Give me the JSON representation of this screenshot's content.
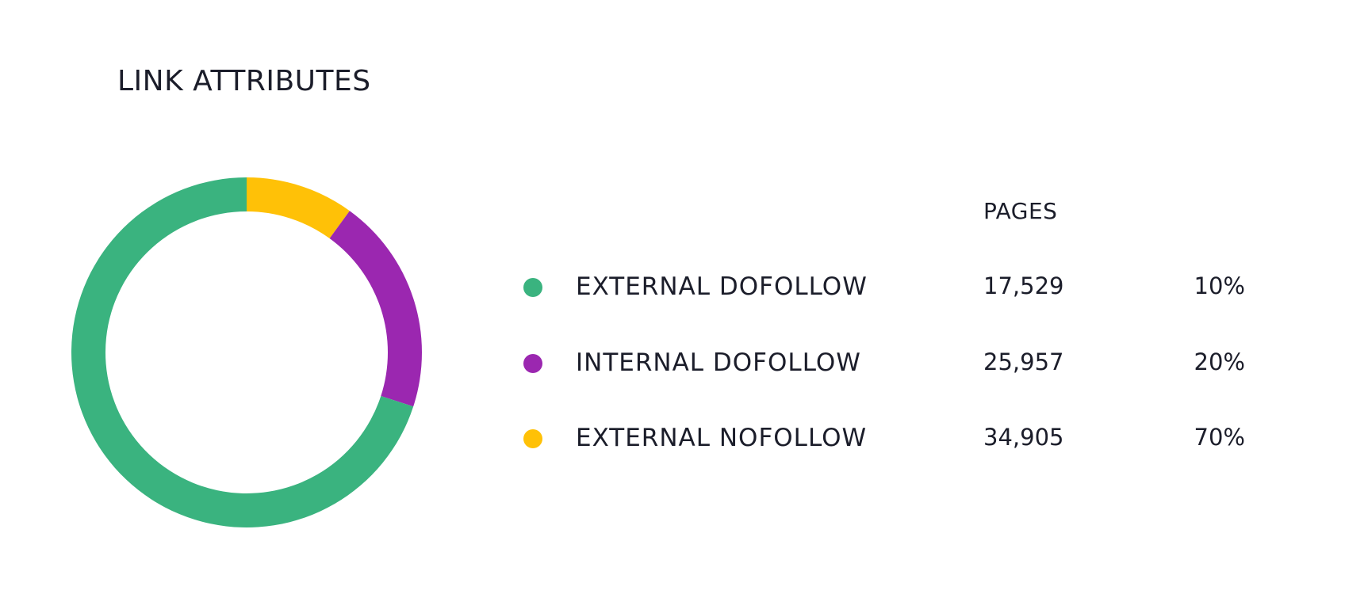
{
  "chart_data": {
    "type": "pie",
    "title": "LINK ATTRIBUTES",
    "columns": {
      "pages_header": "PAGES"
    },
    "series": [
      {
        "name": "EXTERNAL DOFOLLOW",
        "pages": "17,529",
        "percent_label": "10%",
        "color": "#3ab37f"
      },
      {
        "name": "INTERNAL DOFOLLOW",
        "pages": "25,957",
        "percent_label": "20%",
        "color": "#9b27b0"
      },
      {
        "name": "EXTERNAL NOFOLLOW",
        "pages": "34,905",
        "percent_label": "70%",
        "color": "#ffc107"
      }
    ],
    "donut_segments": [
      {
        "series": "EXTERNAL NOFOLLOW",
        "share": 0.1,
        "color": "#ffc107"
      },
      {
        "series": "INTERNAL DOFOLLOW",
        "share": 0.2,
        "color": "#9b27b0"
      },
      {
        "series": "EXTERNAL DOFOLLOW",
        "share": 0.7,
        "color": "#3ab37f"
      }
    ]
  }
}
